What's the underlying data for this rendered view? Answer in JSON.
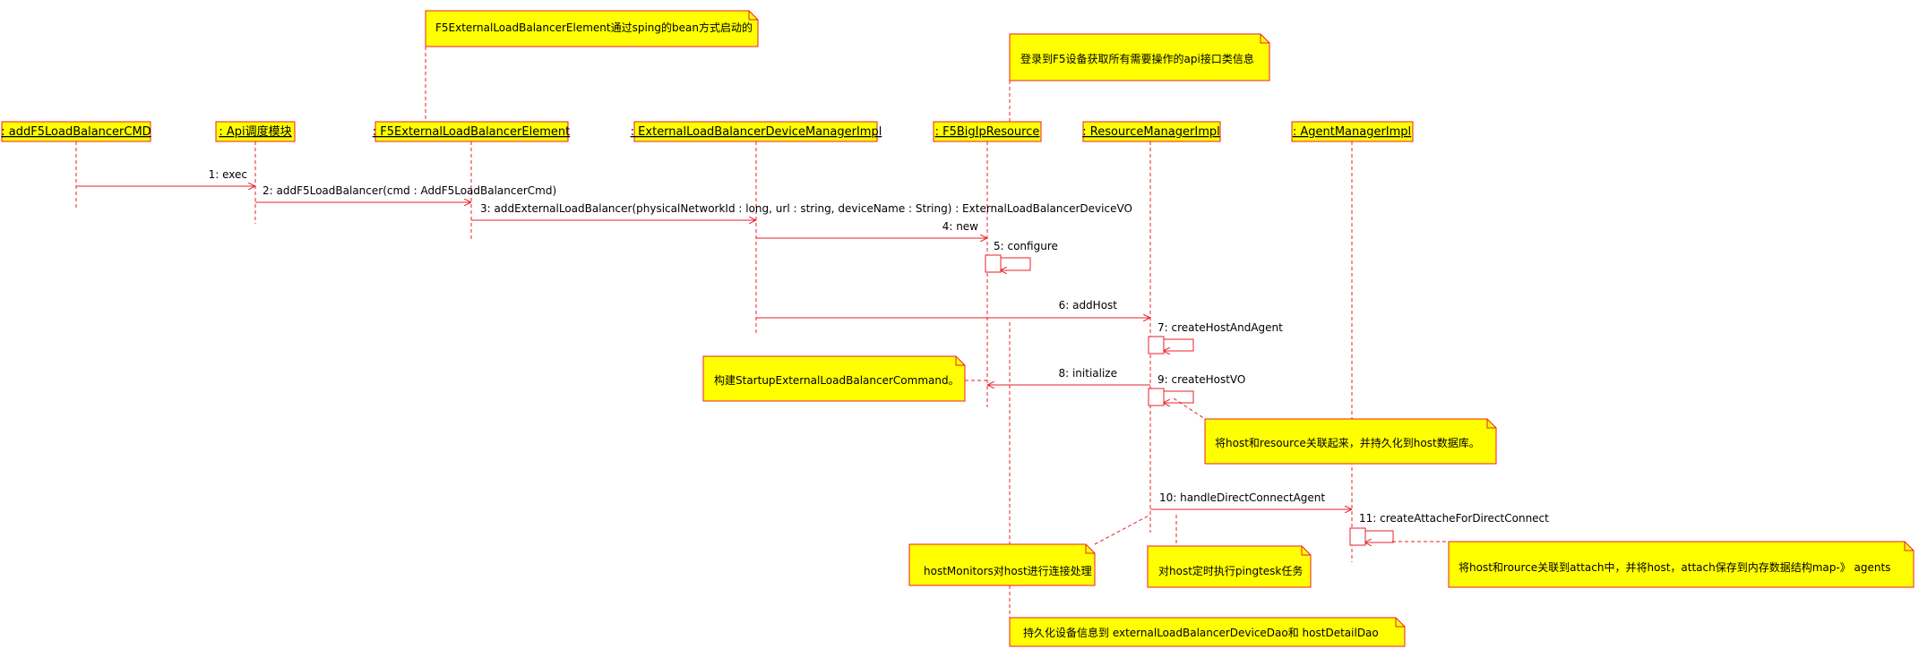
{
  "colors": {
    "line": "#e8202a",
    "fill": "#ffff00",
    "background": "#ffffff",
    "text": "#000000"
  },
  "lifelines": [
    ": addF5LoadBalancerCMD",
    ": Api调度模块",
    ": F5ExternalLoadBalancerElement",
    ": ExternalLoadBalancerDeviceManagerImpl",
    ": F5BigIpResource",
    ": ResourceManagerImpl",
    ": AgentManagerImpl"
  ],
  "messages": [
    "1: exec",
    "2: addF5LoadBalancer(cmd : AddF5LoadBalancerCmd)",
    "3: addExternalLoadBalancer(physicalNetworkId : long, url : string, deviceName : String) : ExternalLoadBalancerDeviceVO",
    "4: new",
    "5: configure",
    "6: addHost",
    "7: createHostAndAgent",
    "8: initialize",
    "9: createHostVO",
    "10: handleDirectConnectAgent",
    "11: createAttacheForDirectConnect"
  ],
  "notes": [
    "F5ExternalLoadBalancerElement通过sping的bean方式启动的",
    "登录到F5设备获取所有需要操作的api接口类信息",
    "构建StartupExternalLoadBalancerCommand。",
    "将host和resource关联起来，并持久化到host数据库。",
    "hostMonitors对host进行连接处理",
    "对host定时执行pingtesk任务",
    "将host和rource关联到attach中，并将host，attach保存到内存数据结构map-》 agents",
    "持久化设备信息到  externalLoadBalancerDeviceDao和  hostDetailDao"
  ]
}
